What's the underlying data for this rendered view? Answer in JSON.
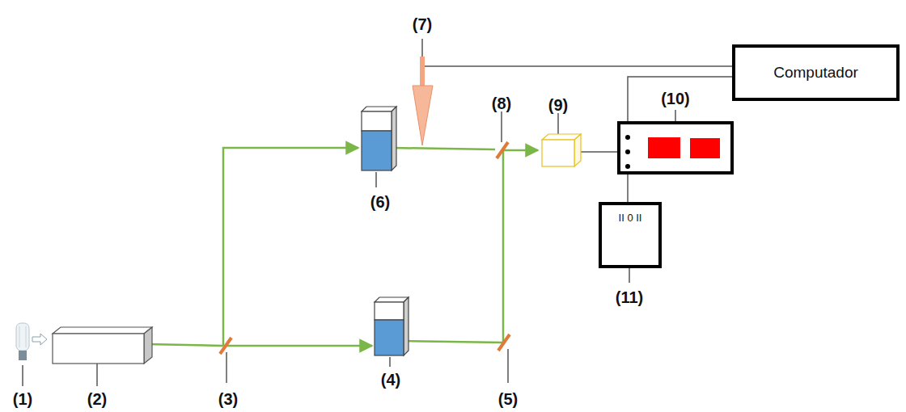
{
  "diagram": {
    "nodes": [
      {
        "text": [
          "Computador"
        ]
      },
      {
        "text": [
          "II 0 II"
        ]
      }
    ],
    "labels": [
      "(7)",
      "(8)",
      "(9)",
      "(10)",
      "(6)",
      "(11)",
      "(1)",
      "(2)",
      "(3)",
      "(4)",
      "(5)"
    ]
  }
}
